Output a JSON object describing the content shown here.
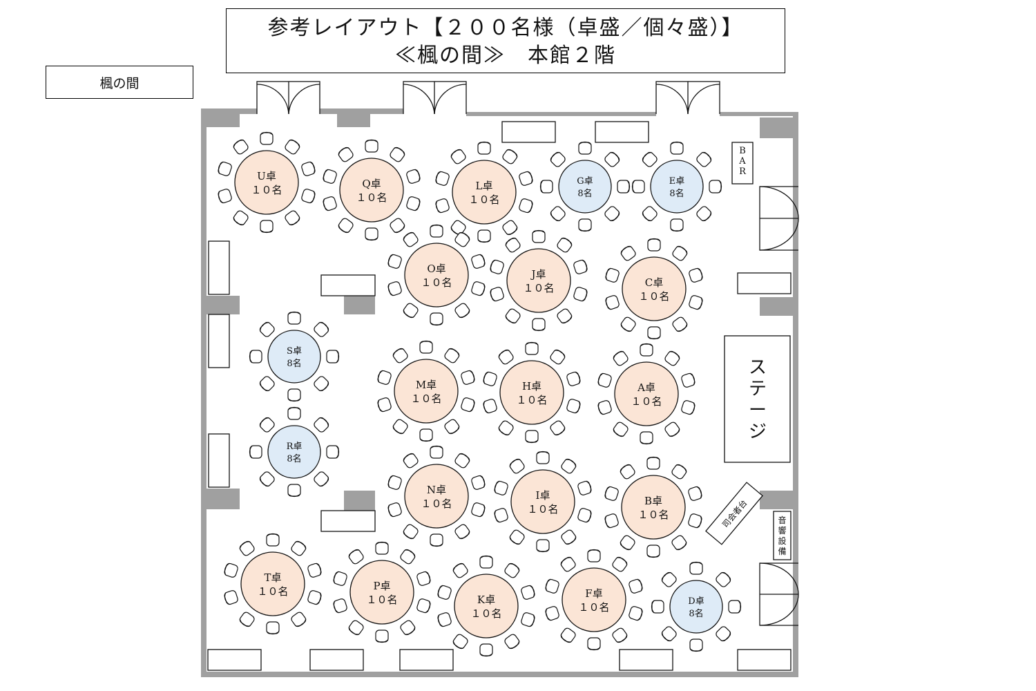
{
  "title": {
    "line1": "参考レイアウト【２００名様（卓盛／個々盛）】",
    "line2": "≪楓の間≫　本館２階"
  },
  "room_label": "楓の間",
  "labels": {
    "bar": "BAR",
    "stage": "ステージ",
    "mc_podium": "司会者台",
    "sound": "音響設備"
  },
  "colors": {
    "table_10": "#fbe5d6",
    "table_8": "#deebf7",
    "wall": "#a0a0a0",
    "pillar": "#a0a0a0"
  },
  "tables": [
    {
      "name": "U卓",
      "count": "１０名",
      "seats": 10
    },
    {
      "name": "Q卓",
      "count": "１０名",
      "seats": 10
    },
    {
      "name": "L卓",
      "count": "１０名",
      "seats": 10
    },
    {
      "name": "G卓",
      "count": "8名",
      "seats": 8
    },
    {
      "name": "E卓",
      "count": "8名",
      "seats": 8
    },
    {
      "name": "O卓",
      "count": "１０名",
      "seats": 10
    },
    {
      "name": "J卓",
      "count": "１０名",
      "seats": 10
    },
    {
      "name": "C卓",
      "count": "１０名",
      "seats": 10
    },
    {
      "name": "S卓",
      "count": "8名",
      "seats": 8
    },
    {
      "name": "M卓",
      "count": "１０名",
      "seats": 10
    },
    {
      "name": "H卓",
      "count": "１０名",
      "seats": 10
    },
    {
      "name": "A卓",
      "count": "１０名",
      "seats": 10
    },
    {
      "name": "R卓",
      "count": "8名",
      "seats": 8
    },
    {
      "name": "N卓",
      "count": "１０名",
      "seats": 10
    },
    {
      "name": "I卓",
      "count": "１０名",
      "seats": 10
    },
    {
      "name": "B卓",
      "count": "１０名",
      "seats": 10
    },
    {
      "name": "T卓",
      "count": "１０名",
      "seats": 10
    },
    {
      "name": "P卓",
      "count": "１０名",
      "seats": 10
    },
    {
      "name": "K卓",
      "count": "１０名",
      "seats": 10
    },
    {
      "name": "F卓",
      "count": "１０名",
      "seats": 10
    },
    {
      "name": "D卓",
      "count": "8名",
      "seats": 8
    }
  ]
}
